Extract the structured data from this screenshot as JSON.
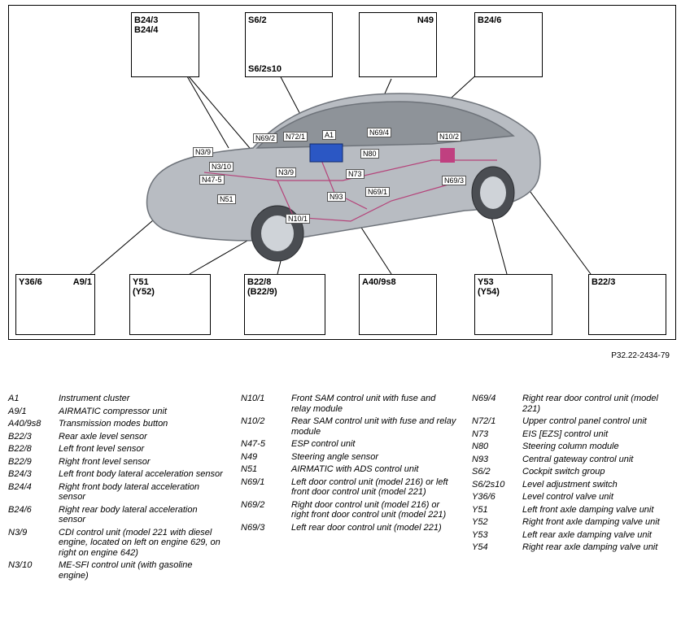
{
  "figure": {
    "boxes": {
      "b24_3_4": "B24/3\nB24/4",
      "s6_2_top": "S6/2",
      "s6_2s10": "S6/2s10",
      "n49": "N49",
      "b24_6": "B24/6",
      "y36_6": "Y36/6",
      "a9_1": "A9/1",
      "y51_52": "Y51\n(Y52)",
      "b22_8_9": "B22/8\n(B22/9)",
      "a40_9s8": "A40/9s8",
      "y53_54": "Y53\n(Y54)",
      "b22_3": "B22/3"
    },
    "callouts": [
      "N69/2",
      "N72/1",
      "A1",
      "N69/4",
      "N10/2",
      "N3/9",
      "N80",
      "N3/10",
      "N3/9",
      "N73",
      "N69/3",
      "N47-5",
      "N93",
      "N69/1",
      "N51",
      "N10/1"
    ],
    "ref_code": "P32.22-2434-79"
  },
  "legend": {
    "col1": [
      {
        "code": "A1",
        "desc": "Instrument cluster"
      },
      {
        "code": "A9/1",
        "desc": "AIRMATIC compressor unit"
      },
      {
        "code": "A40/9s8",
        "desc": "Transmission modes button"
      },
      {
        "code": "B22/3",
        "desc": "Rear axle level sensor"
      },
      {
        "code": "B22/8",
        "desc": "Left front level sensor"
      },
      {
        "code": "B22/9",
        "desc": "Right front level sensor"
      },
      {
        "code": "B24/3",
        "desc": "Left front body lateral acceleration sensor"
      },
      {
        "code": "B24/4",
        "desc": "Right front body lateral acceleration sensor"
      },
      {
        "code": "B24/6",
        "desc": "Right rear body lateral acceleration sensor"
      },
      {
        "code": "N3/9",
        "desc": "CDI control unit (model 221 with diesel engine, located on left on engine 629, on right on engine 642)"
      },
      {
        "code": "N3/10",
        "desc": "ME-SFI control unit (with gasoline engine)"
      }
    ],
    "col2": [
      {
        "code": "N10/1",
        "desc": "Front SAM control unit with fuse and relay module"
      },
      {
        "code": "N10/2",
        "desc": "Rear SAM control unit with fuse and relay module"
      },
      {
        "code": "N47-5",
        "desc": "ESP control unit"
      },
      {
        "code": "N49",
        "desc": "Steering angle sensor"
      },
      {
        "code": "N51",
        "desc": "AIRMATIC with ADS control unit"
      },
      {
        "code": "N69/1",
        "desc": "Left door control unit (model 216) or left front door control unit (model 221)"
      },
      {
        "code": "N69/2",
        "desc": "Right door control unit (model 216) or right front door control unit (model 221)"
      },
      {
        "code": "N69/3",
        "desc": "Left rear door control unit (model 221)"
      }
    ],
    "col3": [
      {
        "code": "N69/4",
        "desc": "Right rear door control unit (model 221)"
      },
      {
        "code": "N72/1",
        "desc": "Upper control panel control unit"
      },
      {
        "code": "N73",
        "desc": "EIS [EZS] control unit"
      },
      {
        "code": "N80",
        "desc": "Steering column module"
      },
      {
        "code": "N93",
        "desc": "Central gateway control unit"
      },
      {
        "code": "S6/2",
        "desc": "Cockpit switch group"
      },
      {
        "code": "S6/2s10",
        "desc": "Level adjustment switch"
      },
      {
        "code": "Y36/6",
        "desc": "Level control valve unit"
      },
      {
        "code": "Y51",
        "desc": "Left front axle damping valve unit"
      },
      {
        "code": "Y52",
        "desc": "Right front axle damping valve unit"
      },
      {
        "code": "Y53",
        "desc": "Left rear axle damping valve unit"
      },
      {
        "code": "Y54",
        "desc": "Right rear axle damping valve unit"
      }
    ]
  }
}
